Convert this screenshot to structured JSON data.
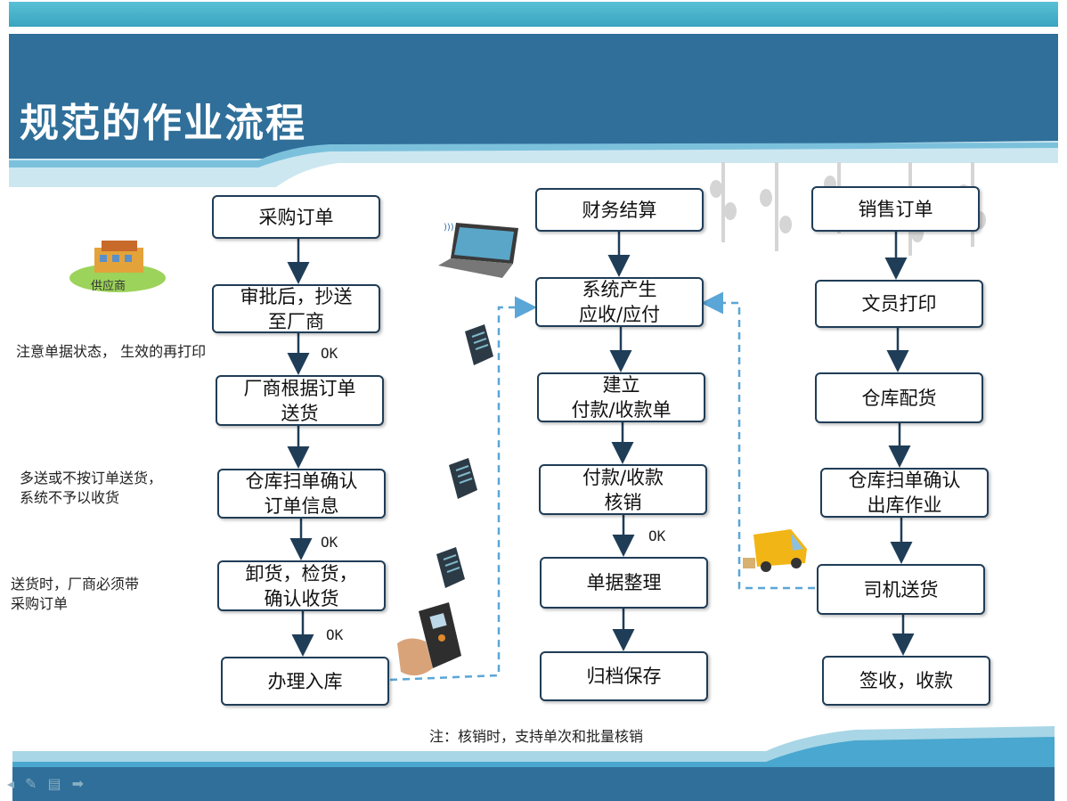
{
  "title": "规范的作业流程",
  "supplier_label": "供应商",
  "purchase_flow": [
    "采购订单",
    "审批后，抄送\n至厂商",
    "厂商根据订单\n送货",
    "仓库扫单确认\n订单信息",
    "卸货，检货，\n确认收货",
    "办理入库"
  ],
  "finance_flow": [
    "财务结算",
    "系统产生\n应收/应付",
    "建立\n付款/收款单",
    "付款/收款\n核销",
    "单据整理",
    "归档保存"
  ],
  "sales_flow": [
    "销售订单",
    "文员打印",
    "仓库配货",
    "仓库扫单确认\n出库作业",
    "司机送货",
    "签收，收款"
  ],
  "ok_labels": [
    "OK",
    "OK",
    "OK",
    "OK"
  ],
  "notes": {
    "status": "注意单据状态， 生效的再打印",
    "over_delivery": "多送或不按订单送货，\n系统不予以收货",
    "bring_order": "送货时，厂商必须带\n采购订单",
    "bottom": "注：核销时，支持单次和批量核销"
  },
  "colors": {
    "banner": "#2f6f9a",
    "banner_light": "#a8d6e6",
    "accent": "#4aa7cf",
    "box_border": "#1f3d57",
    "dashed": "#5aa6d6"
  }
}
